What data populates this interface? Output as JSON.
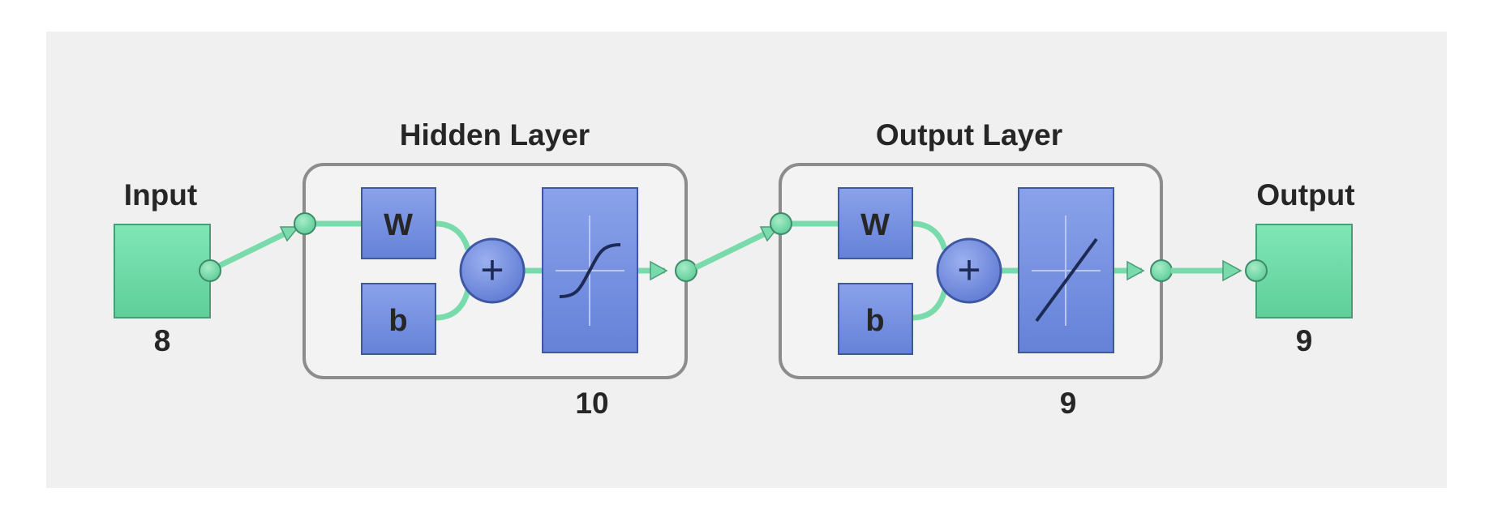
{
  "colors": {
    "panel_bg": "#f0f0f0",
    "io_fill": "#70deaa",
    "block_fill": "#7390e0",
    "connector": "#79dbab",
    "layer_border": "#8c8c8c",
    "text": "#262626"
  },
  "input": {
    "label": "Input",
    "size": "8"
  },
  "hidden_layer": {
    "title": "Hidden Layer",
    "weight_label": "W",
    "bias_label": "b",
    "sum_symbol": "+",
    "transfer_icon": "sigmoid-icon",
    "size": "10"
  },
  "output_layer": {
    "title": "Output Layer",
    "weight_label": "W",
    "bias_label": "b",
    "sum_symbol": "+",
    "transfer_icon": "linear-icon",
    "size": "9"
  },
  "output": {
    "label": "Output",
    "size": "9"
  }
}
